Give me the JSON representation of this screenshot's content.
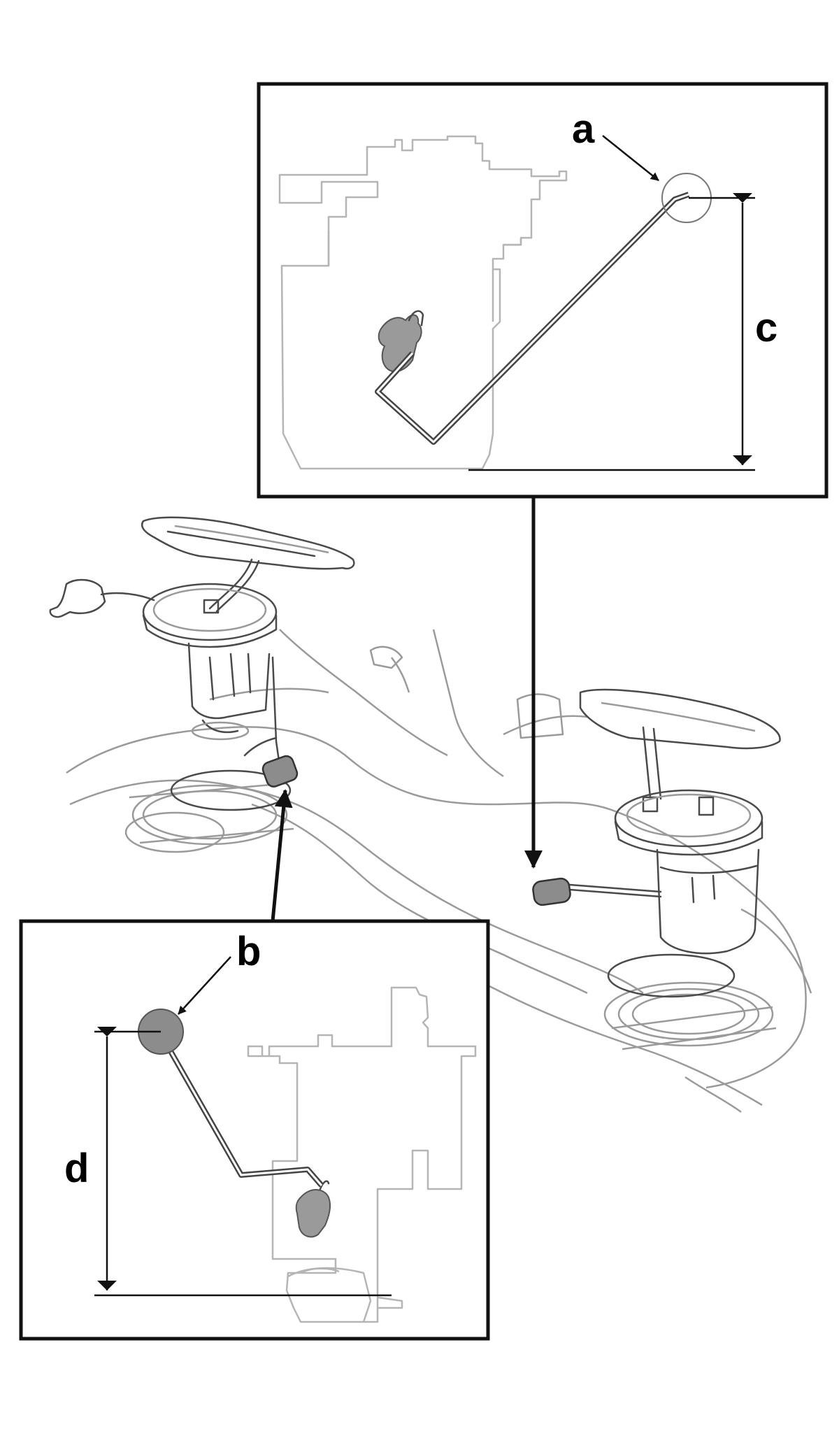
{
  "callouts": {
    "a": "a",
    "b": "b",
    "c": "c",
    "d": "d"
  },
  "colors": {
    "line": "#111111",
    "part_outline": "#9a9a9a",
    "float_fill": "#8c8c8c",
    "float_arm": "#4a4a4a"
  }
}
